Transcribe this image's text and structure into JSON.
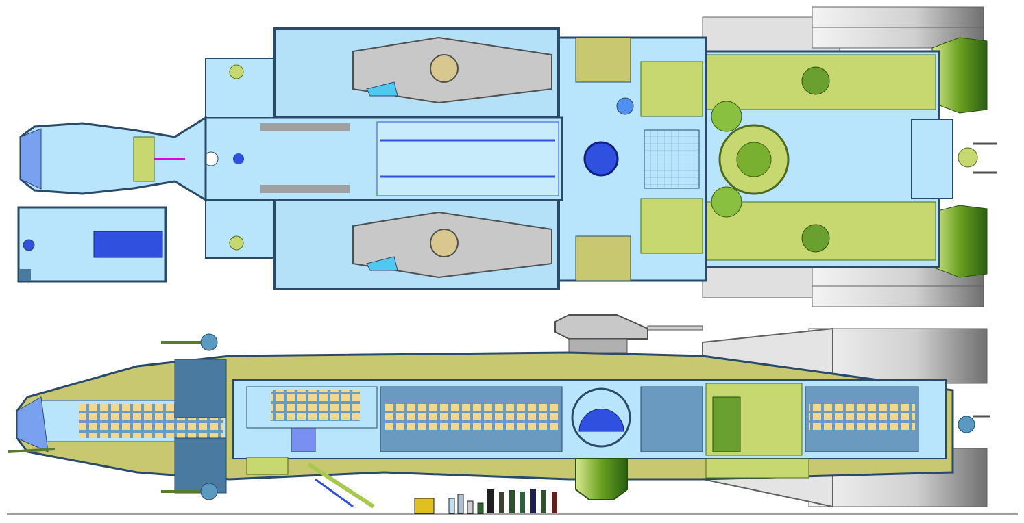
{
  "colors": {
    "background": "#ffffff",
    "hull_outline": "#2a4a6a",
    "deck_floor": "#b8e4fc",
    "deck_dark": "#4a7aa0",
    "hangar_floor": "#b4e0f8",
    "machinery_green": "#c8d870",
    "machinery_dark_green": "#5a8a20",
    "engine_grey": "#d8d8d8",
    "engine_dark_grey": "#909090",
    "accent_blue": "#3050e0",
    "cargo_tan": "#f0d890",
    "olive_hull": "#c8c870",
    "magenta_line": "#e000e0"
  },
  "views": [
    {
      "name": "top-view"
    },
    {
      "name": "side-view"
    },
    {
      "name": "detached-module"
    }
  ]
}
